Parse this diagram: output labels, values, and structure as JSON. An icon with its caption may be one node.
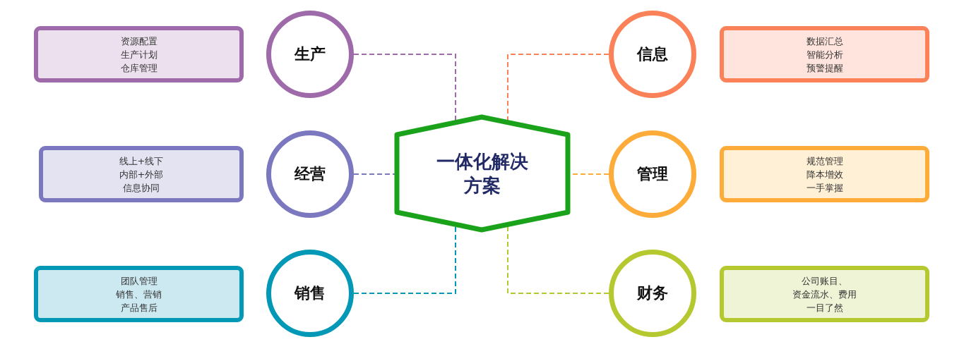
{
  "diagram": {
    "nodes": [
      {
        "text": [
          "一体化解决方案"
        ]
      },
      {
        "text": [
          "资源配置",
          "生产计划",
          "仓库管理"
        ]
      },
      {
        "text": [
          "生产"
        ]
      },
      {
        "text": [
          "信息"
        ]
      },
      {
        "text": [
          "数据汇总",
          "智能分析",
          "预警提醒"
        ]
      },
      {
        "text": [
          "线上+线下",
          "内部+外部",
          "信息协同"
        ]
      },
      {
        "text": [
          "经营"
        ]
      },
      {
        "text": [
          "管理"
        ]
      },
      {
        "text": [
          "规范管理",
          "降本增效",
          "一手掌握"
        ]
      },
      {
        "text": [
          "团队管理",
          "销售、营销",
          "产品售后"
        ]
      },
      {
        "text": [
          "销售"
        ]
      },
      {
        "text": [
          "财务"
        ]
      },
      {
        "text": [
          "公司账目、",
          "资金流水、费用",
          "一目了然"
        ]
      }
    ],
    "edges": [
      {
        "from": 2,
        "to": 0,
        "arrow": "none",
        "style": "dashed",
        "color": "#9e6aa9"
      },
      {
        "from": 3,
        "to": 0,
        "arrow": "none",
        "style": "dashed",
        "color": "#fb8258"
      },
      {
        "from": 6,
        "to": 0,
        "arrow": "none",
        "style": "dashed",
        "color": "#7b78c0"
      },
      {
        "from": 7,
        "to": 0,
        "arrow": "none",
        "style": "dashed",
        "color": "#fdab39"
      },
      {
        "from": 10,
        "to": 0,
        "arrow": "none",
        "style": "dashed",
        "color": "#0398b6"
      },
      {
        "from": 11,
        "to": 0,
        "arrow": "none",
        "style": "dashed",
        "color": "#b6c82f"
      }
    ]
  }
}
